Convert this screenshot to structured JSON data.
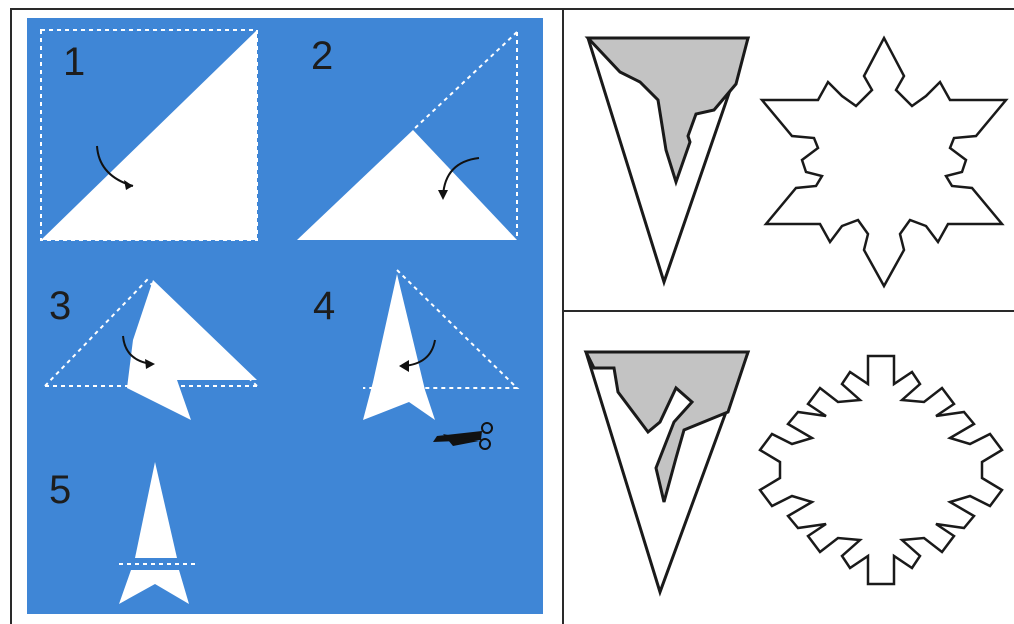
{
  "steps": [
    {
      "number": "1"
    },
    {
      "number": "2"
    },
    {
      "number": "3"
    },
    {
      "number": "4"
    },
    {
      "number": "5"
    }
  ],
  "colors": {
    "panel_background": "#3f86d6",
    "paper": "#ffffff",
    "cut_shading": "#c3c3c3",
    "outline": "#1a1a1a"
  },
  "icons": [
    "fold-arrow-icon",
    "scissors-icon"
  ],
  "templates": [
    {
      "name": "pointed-snowflake"
    },
    {
      "name": "branched-snowflake"
    }
  ]
}
